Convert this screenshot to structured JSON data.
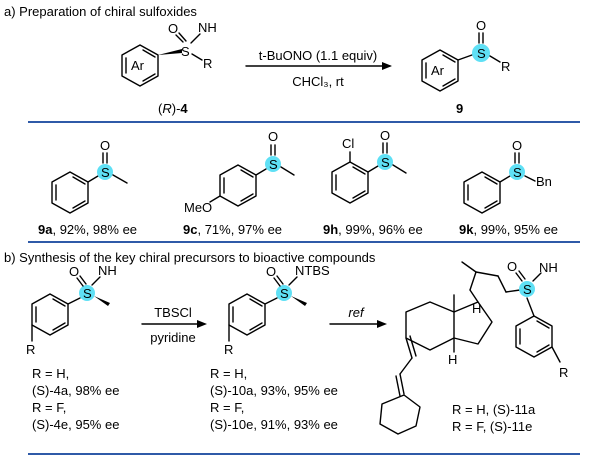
{
  "colors": {
    "divider": "#2f5aa8",
    "highlight": "#5fe0f5"
  },
  "partA": {
    "title": "a) Preparation of chiral sulfoxides",
    "start": {
      "atoms": {
        "o": "O",
        "s": "S",
        "nh": "NH",
        "r": "R",
        "ar": "Ar"
      },
      "label_prefix": "(",
      "label_cfg": "R",
      "label_mid": ")-",
      "label_num": "4"
    },
    "reagent": "t-BuONO (1.1 equiv)",
    "conditions": "CHCl₃, rt",
    "product": {
      "atoms": {
        "o": "O",
        "s": "S",
        "r": "R",
        "ar": "Ar"
      },
      "label": "9"
    },
    "examples": [
      {
        "code": "9a",
        "rest": ", 92%, 98% ee"
      },
      {
        "code": "9c",
        "rest": ", 71%, 97% ee",
        "sub": "MeO"
      },
      {
        "code": "9h",
        "rest": ", 99%, 96% ee",
        "sub": "Cl"
      },
      {
        "code": "9k",
        "rest": ", 99%, 95% ee",
        "sub": "Bn"
      }
    ]
  },
  "partB": {
    "title": "b) Synthesis of the key chiral precursors to bioactive compounds",
    "step1": {
      "reagent": "TBSCl",
      "solvent": "pyridine"
    },
    "step2": {
      "reagent": "ref"
    },
    "col1": [
      "R = H,",
      "(S)-4a, 98% ee",
      "R = F,",
      "(S)-4e, 95% ee"
    ],
    "col2": [
      "R = H,",
      "(S)-10a, 93%, 95% ee",
      "R = F,",
      "(S)-10e, 91%, 93% ee"
    ],
    "col3": [
      "R = H, (S)-11a",
      "R = F, (S)-11e"
    ],
    "atoms": {
      "o": "O",
      "s": "S",
      "nh": "NH",
      "ntbs": "NTBS",
      "r": "R",
      "h": "H"
    }
  }
}
